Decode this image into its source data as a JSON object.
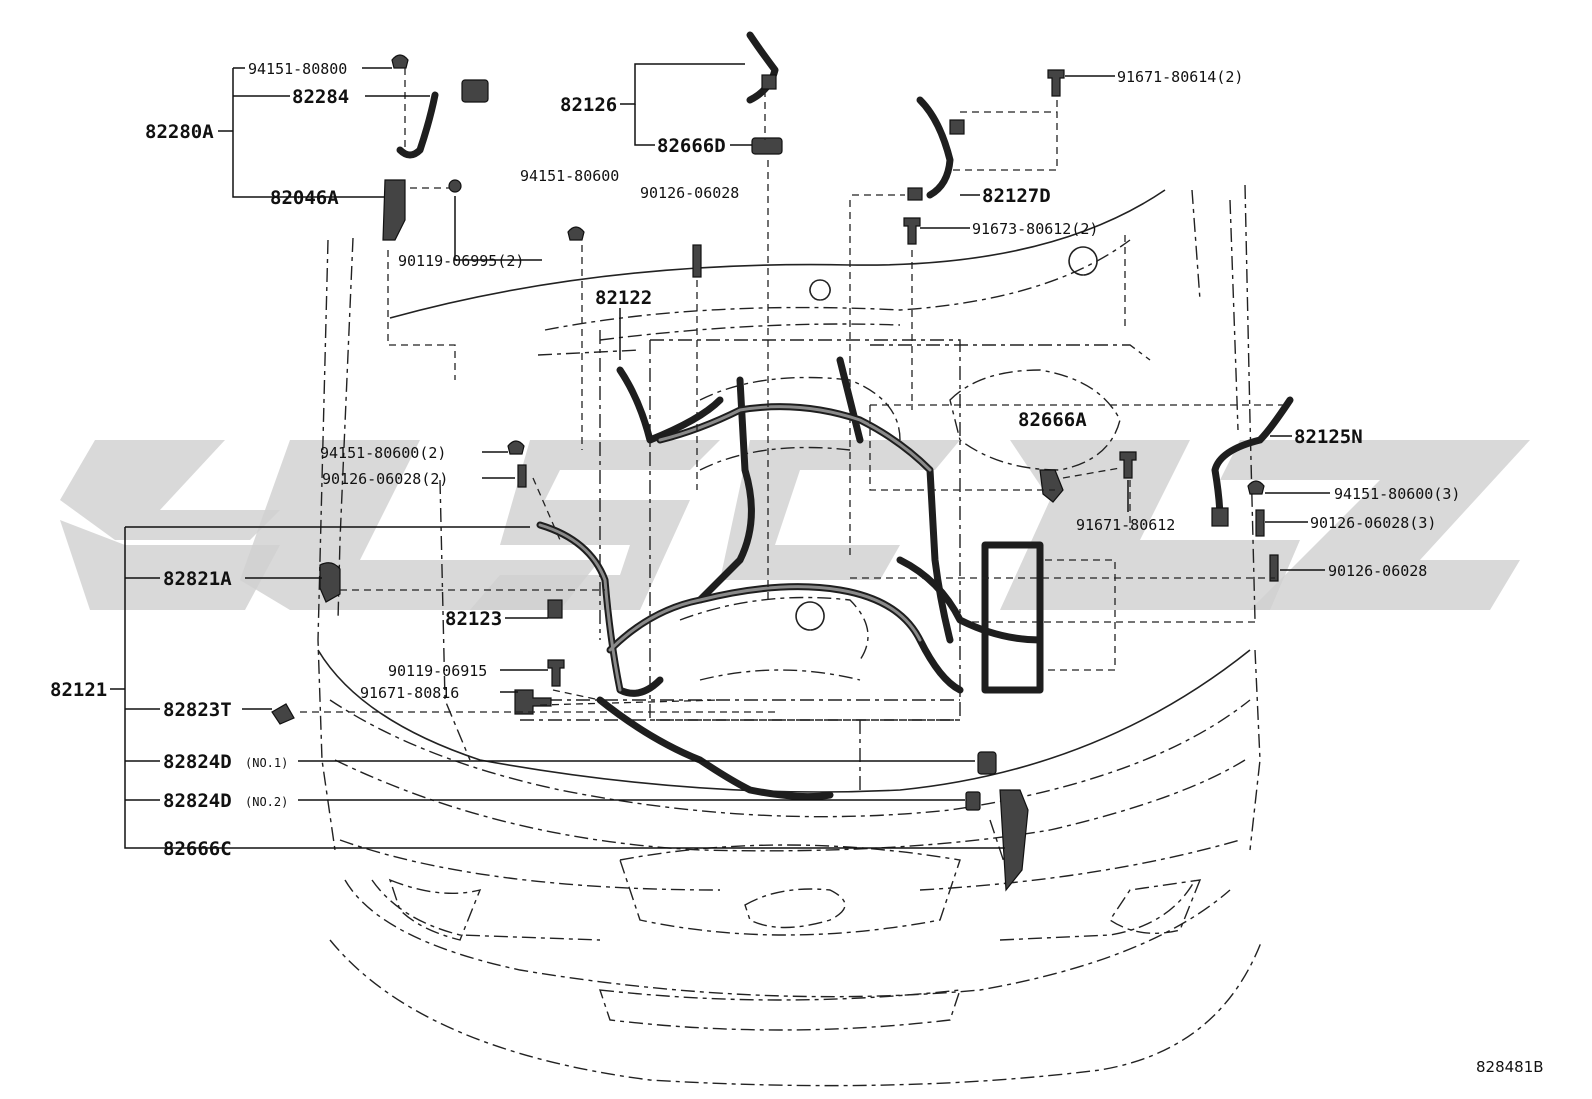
{
  "colors": {
    "line": "#222222",
    "watermark": "#c8c8c8",
    "background": "#ffffff"
  },
  "labels": {
    "p94151_80800": "94151-80800",
    "p82284": "82284",
    "p82280A": "82280A",
    "p82046A": "82046A",
    "p90119_06995": "90119-06995(2)",
    "p82126": "82126",
    "p82666D": "82666D",
    "p94151_80600": "94151-80600",
    "p90126_06028": "90126-06028",
    "p91671_80614": "91671-80614(2)",
    "p82127D": "82127D",
    "p91673_80612": "91673-80612(2)",
    "p82122": "82122",
    "p82666A": "82666A",
    "p82125N": "82125N",
    "p94151_80600_2": "94151-80600(2)",
    "p90126_06028_2": "90126-06028(2)",
    "p91671_80612": "91671-80612",
    "p94151_80600_3": "94151-80600(3)",
    "p90126_06028_3": "90126-06028(3)",
    "p90126_06028_b": "90126-06028",
    "p82821A": "82821A",
    "p82123": "82123",
    "p90119_06915": "90119-06915",
    "p91671_80816": "91671-80816",
    "p82121": "82121",
    "p82823T": "82823T",
    "p82824D_1": "82824D",
    "p82824D_1_note": "(NO.1)",
    "p82824D_2": "82824D",
    "p82824D_2_note": "(NO.2)",
    "p82666C": "82666C",
    "ref_code": "828481B"
  }
}
